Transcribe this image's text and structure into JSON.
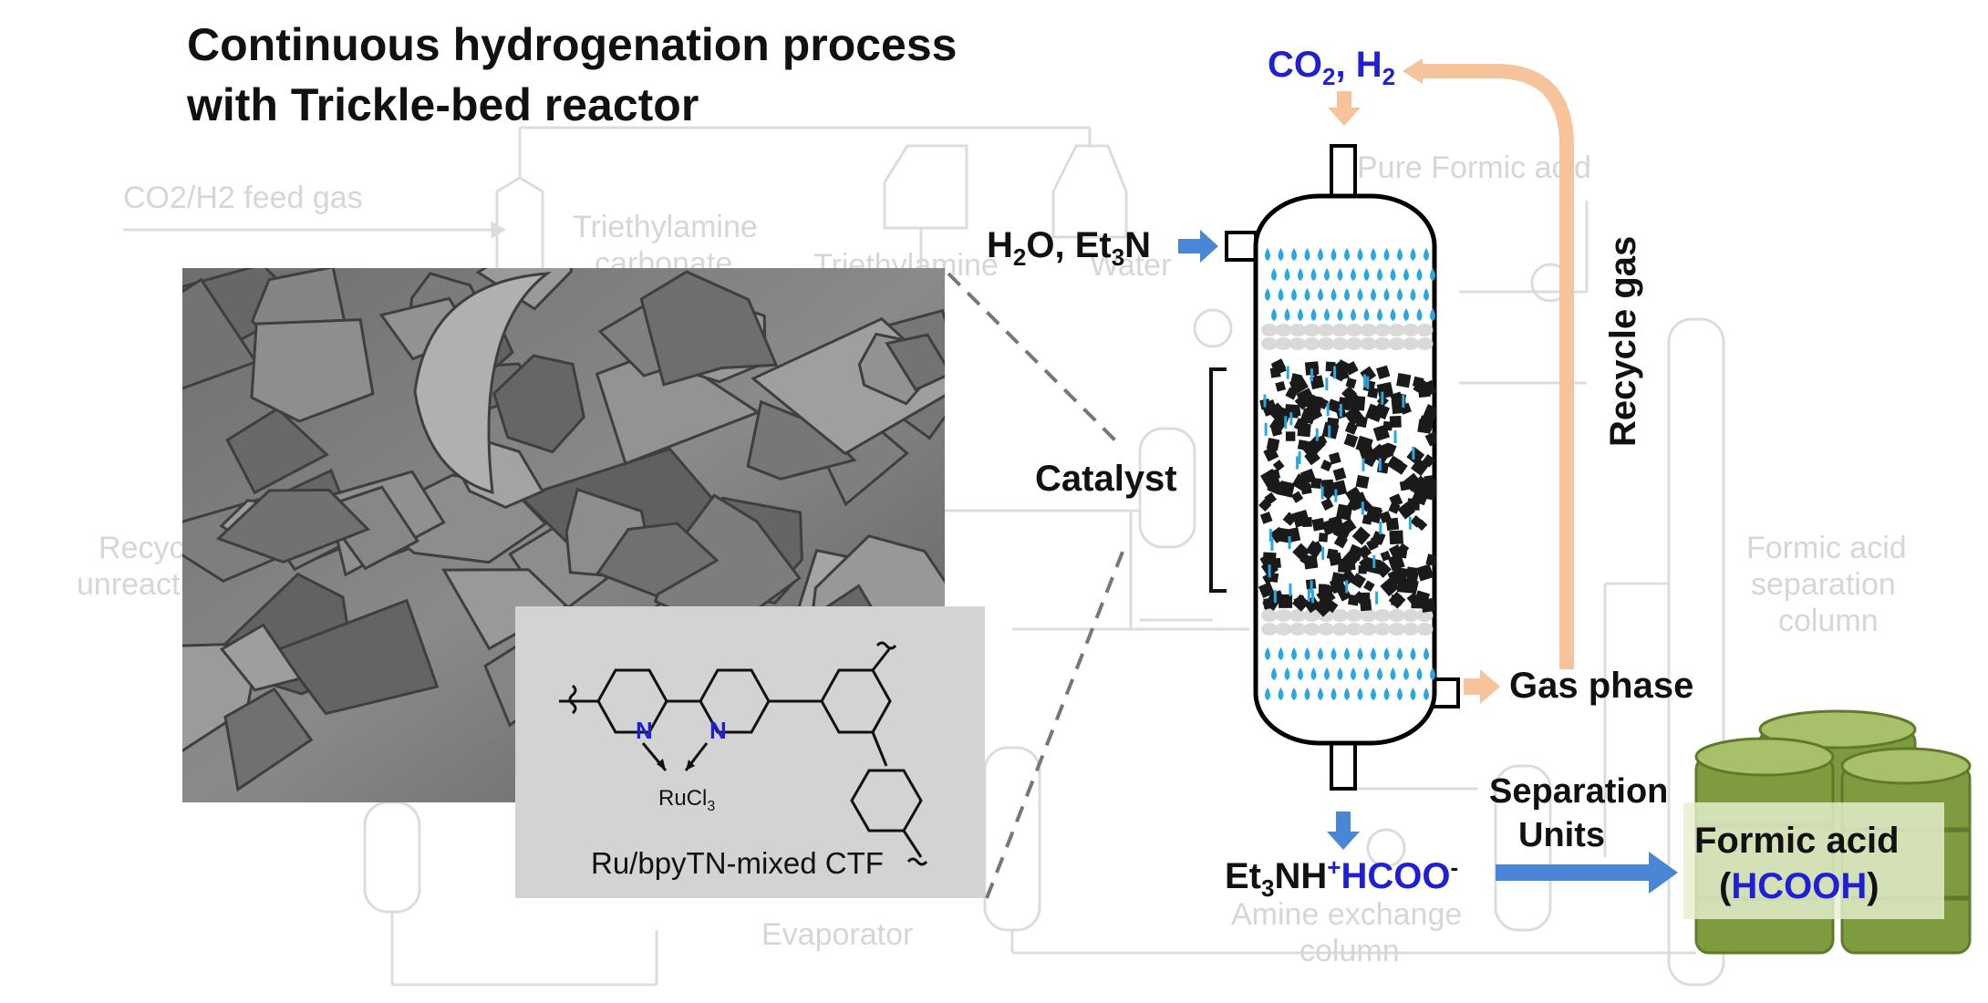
{
  "title": {
    "line1": "Continuous hydrogenation process",
    "line2": "with Trickle-bed reactor"
  },
  "background_flowsheet": {
    "feed_gas": "CO2/H2 feed gas",
    "tea_carbonate_1": "Triethylamine",
    "tea_carbonate_2": "carbonate",
    "triethylamine": "Triethylamine",
    "water": "Water",
    "pure_formic_acid": "Pure Formic acid",
    "recycle_1": "Recyc",
    "recycle_2": "unreact",
    "fa_sep_1": "Formic acid",
    "fa_sep_2": "separation",
    "fa_sep_3": "column",
    "evaporator": "Evaporator",
    "amine_exchange_1": "Amine exchange",
    "amine_exchange_2": "column"
  },
  "reactor": {
    "top_feed": {
      "a": "CO",
      "a_sub": "2",
      "sep": ", ",
      "b": "H",
      "b_sub": "2"
    },
    "side_feed": {
      "a": "H",
      "a_sub": "2",
      "b": "O, Et",
      "b_sub": "3",
      "c": "N"
    },
    "catalyst_label": "Catalyst",
    "recycle_gas": "Recycle gas",
    "gas_phase": "Gas phase",
    "product": {
      "a": "Et",
      "a_sub": "3",
      "b": "NH",
      "b_sup": "+",
      "c": "HCOO",
      "c_sup": "-"
    },
    "separation_1": "Separation",
    "separation_2": "Units",
    "final_1": "Formic acid",
    "final_2_open": "(",
    "final_2_blue": "HCOOH",
    "final_2_close": ")"
  },
  "catalyst_structure": {
    "name": "Ru/bpyTN-mixed CTF",
    "metal_a": "RuCl",
    "metal_sub": "3",
    "n_atom": "N"
  },
  "colors": {
    "blue_arrow": "#4a86d6",
    "peach_arrow": "#f7c39a",
    "drop": "#2aa7e0",
    "barrel": "#7e9b3f",
    "text_blue": "#1f1fd6",
    "sem_gray": "#6b6b6b"
  }
}
